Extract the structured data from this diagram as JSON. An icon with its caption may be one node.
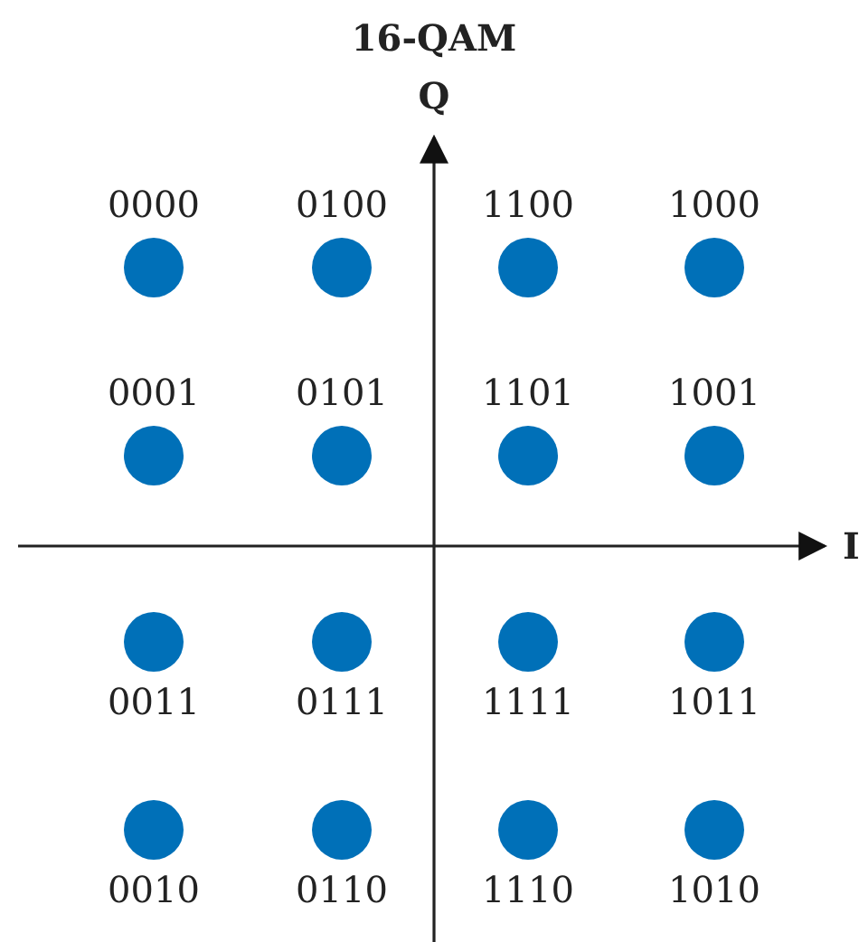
{
  "diagram": {
    "title": "16-QAM",
    "nodes": [
      {
        "text": [],
        "shape": "circle",
        "beside": [
          "0000"
        ]
      },
      {
        "text": [],
        "shape": "circle",
        "beside": [
          "0100"
        ]
      },
      {
        "text": [],
        "shape": "circle",
        "beside": [
          "1100"
        ]
      },
      {
        "text": [],
        "shape": "circle",
        "beside": [
          "1000"
        ]
      },
      {
        "text": [],
        "shape": "circle",
        "beside": [
          "0001"
        ]
      },
      {
        "text": [],
        "shape": "circle",
        "beside": [
          "0101"
        ]
      },
      {
        "text": [],
        "shape": "circle",
        "beside": [
          "1101"
        ]
      },
      {
        "text": [],
        "shape": "circle",
        "beside": [
          "1001"
        ]
      },
      {
        "text": [],
        "shape": "circle",
        "beside": [
          "0011"
        ]
      },
      {
        "text": [],
        "shape": "circle",
        "beside": [
          "0111"
        ]
      },
      {
        "text": [],
        "shape": "circle",
        "beside": [
          "1111"
        ]
      },
      {
        "text": [],
        "shape": "circle",
        "beside": [
          "1011"
        ]
      },
      {
        "text": [],
        "shape": "circle",
        "beside": [
          "0010"
        ]
      },
      {
        "text": [],
        "shape": "circle",
        "beside": [
          "0110"
        ]
      },
      {
        "text": [],
        "shape": "circle",
        "beside": [
          "1110"
        ]
      },
      {
        "text": [],
        "shape": "circle",
        "beside": [
          "1010"
        ]
      }
    ],
    "edges": [],
    "labels": [
      "Q",
      "I"
    ]
  }
}
